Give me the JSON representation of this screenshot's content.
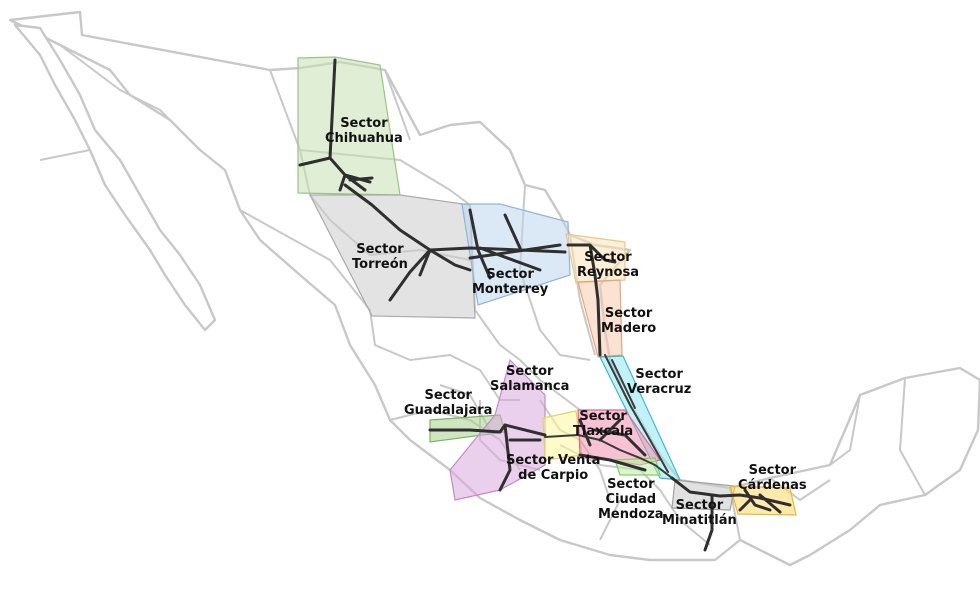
{
  "colors": {
    "state_border": "#c8c8c8",
    "pipeline": "#2f2f2f",
    "sector_chihuahua": "#c6e0b4",
    "sector_torreon": "#cccccc",
    "sector_monterrey": "#bdd7ee",
    "sector_reynosa": "#fce4b6",
    "sector_madero": "#f8cbad",
    "sector_veracruz": "#8fe6f0",
    "sector_guadalajara": "#a9d18e",
    "sector_salamanca": "#d9a9dd",
    "sector_venta_de_carpio": "#fff59d",
    "sector_tlaxcala": "#f48fb1",
    "sector_ciudad_mendoza": "#b9f0a0",
    "sector_minatitlan": "#c9c9c9",
    "sector_cardenas": "#ffd966"
  },
  "sectors": {
    "chihuahua": {
      "line1": "Sector",
      "line2": "Chihuahua"
    },
    "torreon": {
      "line1": "Sector",
      "line2": "Torreón"
    },
    "monterrey": {
      "line1": "Sector",
      "line2": "Monterrey"
    },
    "reynosa": {
      "line1": "Sector",
      "line2": "Reynosa"
    },
    "madero": {
      "line1": "Sector",
      "line2": "Madero"
    },
    "veracruz": {
      "line1": "Sector",
      "line2": "Veracruz"
    },
    "guadalajara": {
      "line1": "Sector",
      "line2": "Guadalajara"
    },
    "salamanca": {
      "line1": "Sector",
      "line2": "Salamanca"
    },
    "venta_de_carpio": {
      "line1": "Sector Venta",
      "line2": "de Carpio"
    },
    "tlaxcala": {
      "line1": "Sector",
      "line2": "Tlaxcala"
    },
    "ciudad_mendoza": {
      "line1": "Sector",
      "line2": "Ciudad",
      "line3": "Mendoza"
    },
    "minatitlan": {
      "line1": "Sector",
      "line2": "Minatitlán"
    },
    "cardenas": {
      "line1": "Sector",
      "line2": "Cárdenas"
    }
  }
}
